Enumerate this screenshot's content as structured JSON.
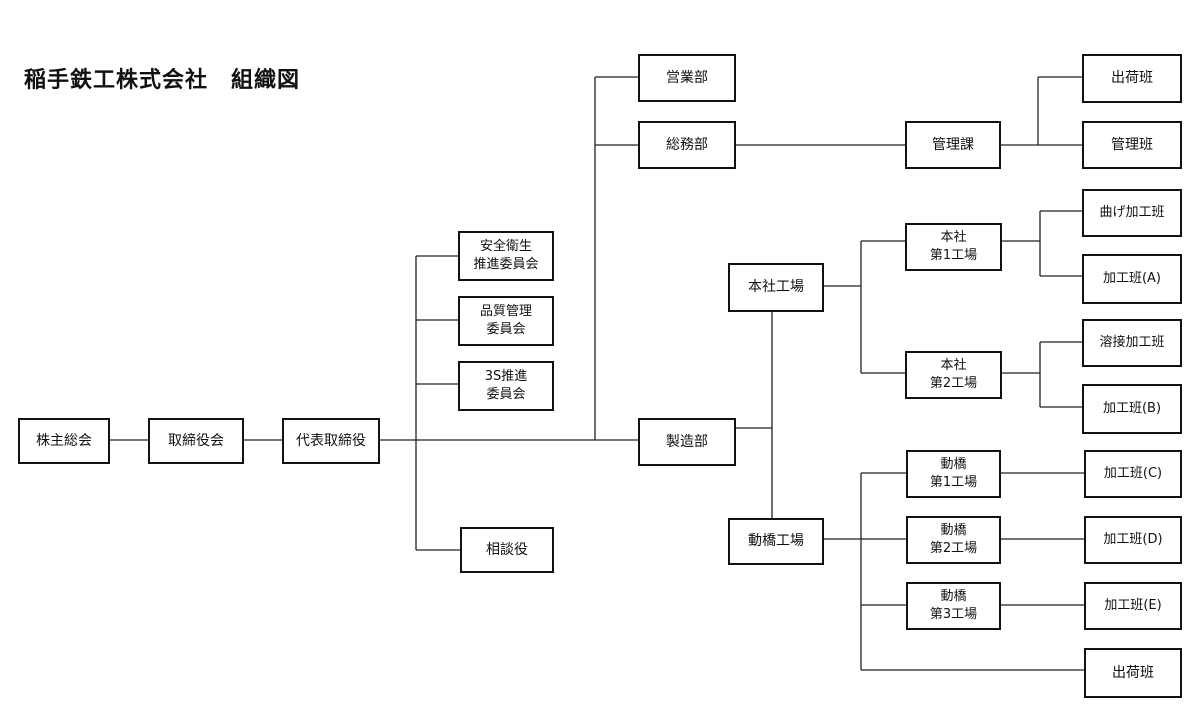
{
  "title": "稲手鉄工株式会社　組織図",
  "nodes": {
    "shareholders": "株主総会",
    "board": "取締役会",
    "president": "代表取締役",
    "safety_committee": [
      "安全衛生",
      "推進委員会"
    ],
    "quality_committee": [
      "品質管理",
      "委員会"
    ],
    "three_s_committee": [
      "3S推進",
      "委員会"
    ],
    "advisor": "相談役",
    "sales_dept": "営業部",
    "general_affairs_dept": "総務部",
    "manufacturing_dept": "製造部",
    "management_section": "管理課",
    "shipping_team_1": "出荷班",
    "management_team": "管理班",
    "head_office_factory": "本社工場",
    "head_plant_1": [
      "本社",
      "第1工場"
    ],
    "head_plant_2": [
      "本社",
      "第2工場"
    ],
    "bending_team": "曲げ加工班",
    "processing_a": "加工班(A)",
    "welding_team": "溶接加工班",
    "processing_b": "加工班(B)",
    "dobashi_factory": "動橋工場",
    "dobashi_plant_1": [
      "動橋",
      "第1工場"
    ],
    "dobashi_plant_2": [
      "動橋",
      "第2工場"
    ],
    "dobashi_plant_3": [
      "動橋",
      "第3工場"
    ],
    "processing_c": "加工班(C)",
    "processing_d": "加工班(D)",
    "processing_e": "加工班(E)",
    "shipping_team_2": "出荷班"
  }
}
